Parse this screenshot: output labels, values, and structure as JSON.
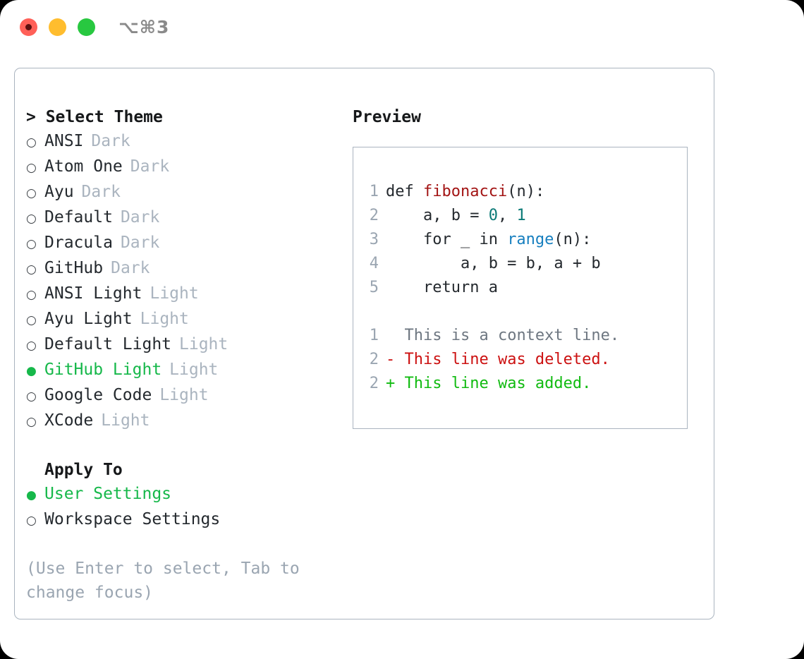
{
  "window": {
    "title": "⌥⌘3",
    "traffic_lights": [
      "close-button",
      "minimize-button",
      "maximize-button"
    ],
    "colors": {
      "close": "#ff6058",
      "minimize": "#ffbd2e",
      "maximize": "#28c840",
      "panel_border": "#aab4bf",
      "accent_green": "#16b84a",
      "muted": "#aab4bf",
      "hint": "#9aa5b1"
    }
  },
  "theme_picker": {
    "header": "> Select Theme",
    "options": [
      {
        "label": "ANSI",
        "variant": "Dark",
        "selected": false,
        "bullet": "○"
      },
      {
        "label": "Atom One",
        "variant": "Dark",
        "selected": false,
        "bullet": "○"
      },
      {
        "label": "Ayu",
        "variant": "Dark",
        "selected": false,
        "bullet": "○"
      },
      {
        "label": "Default",
        "variant": "Dark",
        "selected": false,
        "bullet": "○"
      },
      {
        "label": "Dracula",
        "variant": "Dark",
        "selected": false,
        "bullet": "○"
      },
      {
        "label": "GitHub",
        "variant": "Dark",
        "selected": false,
        "bullet": "○"
      },
      {
        "label": "ANSI Light",
        "variant": "Light",
        "selected": false,
        "bullet": "○"
      },
      {
        "label": "Ayu Light",
        "variant": "Light",
        "selected": false,
        "bullet": "○"
      },
      {
        "label": "Default Light",
        "variant": "Light",
        "selected": false,
        "bullet": "○"
      },
      {
        "label": "GitHub Light",
        "variant": "Light",
        "selected": true,
        "bullet": "●"
      },
      {
        "label": "Google Code",
        "variant": "Light",
        "selected": false,
        "bullet": "○"
      },
      {
        "label": "XCode",
        "variant": "Light",
        "selected": false,
        "bullet": "○"
      }
    ]
  },
  "apply_to": {
    "header": "Apply To",
    "options": [
      {
        "label": "User Settings",
        "selected": true,
        "bullet": "●"
      },
      {
        "label": "Workspace Settings",
        "selected": false,
        "bullet": "○"
      }
    ]
  },
  "hint": "(Use Enter to select, Tab to change focus)",
  "preview": {
    "title": "Preview",
    "code_lines": [
      {
        "num": "1",
        "tokens": [
          {
            "t": "def ",
            "k": "plain"
          },
          {
            "t": "fibonacci",
            "k": "fn"
          },
          {
            "t": "(n):",
            "k": "plain"
          }
        ]
      },
      {
        "num": "2",
        "tokens": [
          {
            "t": "    a, b = ",
            "k": "plain"
          },
          {
            "t": "0",
            "k": "num"
          },
          {
            "t": ", ",
            "k": "plain"
          },
          {
            "t": "1",
            "k": "num"
          }
        ]
      },
      {
        "num": "3",
        "tokens": [
          {
            "t": "    for _ in ",
            "k": "plain"
          },
          {
            "t": "range",
            "k": "call"
          },
          {
            "t": "(n):",
            "k": "plain"
          }
        ]
      },
      {
        "num": "4",
        "tokens": [
          {
            "t": "        a, b = b, a + b",
            "k": "plain"
          }
        ]
      },
      {
        "num": "5",
        "tokens": [
          {
            "t": "    return a",
            "k": "plain"
          }
        ]
      }
    ],
    "diff_lines": [
      {
        "num": "1",
        "marker": "  ",
        "text": "This is a context line.",
        "kind": "context"
      },
      {
        "num": "2",
        "marker": "- ",
        "text": "This line was deleted.",
        "kind": "deleted"
      },
      {
        "num": "2",
        "marker": "+ ",
        "text": "This line was added.",
        "kind": "added"
      }
    ]
  }
}
